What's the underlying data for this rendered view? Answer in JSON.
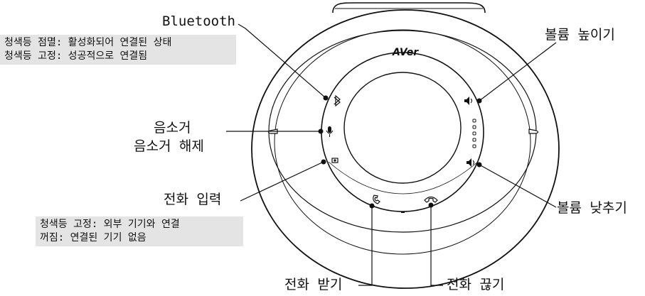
{
  "brand": "AVer",
  "labels": {
    "bluetooth": "Bluetooth",
    "bluetooth_note": [
      "청색등 점멸: 활성화되어 연결된 상태",
      "청색등 고정: 성공적으로 연결됨"
    ],
    "mute": [
      "음소거",
      "음소거 해제"
    ],
    "line_in": "전화 입력",
    "line_in_note": [
      "청색등 고정: 외부 기기와 연결",
      "꺼짐: 연결된 기기 없음"
    ],
    "volume_up": "볼륨 높이기",
    "volume_down": "볼륨 낮추기",
    "answer_call": "전화 받기",
    "end_call": "전화 끊기"
  },
  "icons": [
    "bluetooth-icon",
    "mute-mic-icon",
    "line-in-icon",
    "volume-up-icon",
    "volume-down-icon",
    "answer-call-icon",
    "end-call-icon"
  ]
}
